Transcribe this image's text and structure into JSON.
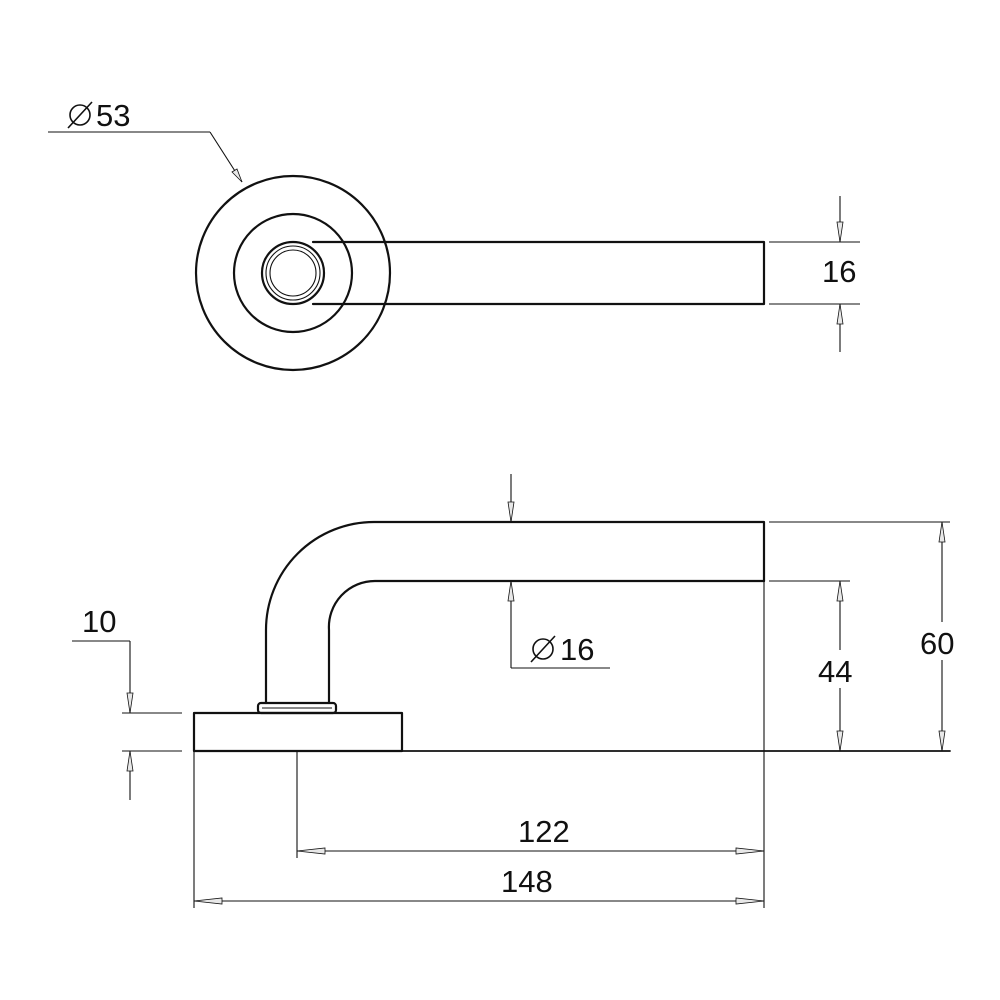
{
  "drawing": {
    "diameter_symbol": "⌀",
    "dimensions": {
      "rose_diameter": "53",
      "lever_thickness_top": "16",
      "lever_diameter": "16",
      "rose_thickness": "10",
      "lever_underside_height": "44",
      "overall_height": "60",
      "spindle_to_tip": "122",
      "overall_length": "148"
    }
  },
  "colors": {
    "line": "#111111",
    "background": "#ffffff",
    "arrow_fill": "#e8e8e8"
  }
}
